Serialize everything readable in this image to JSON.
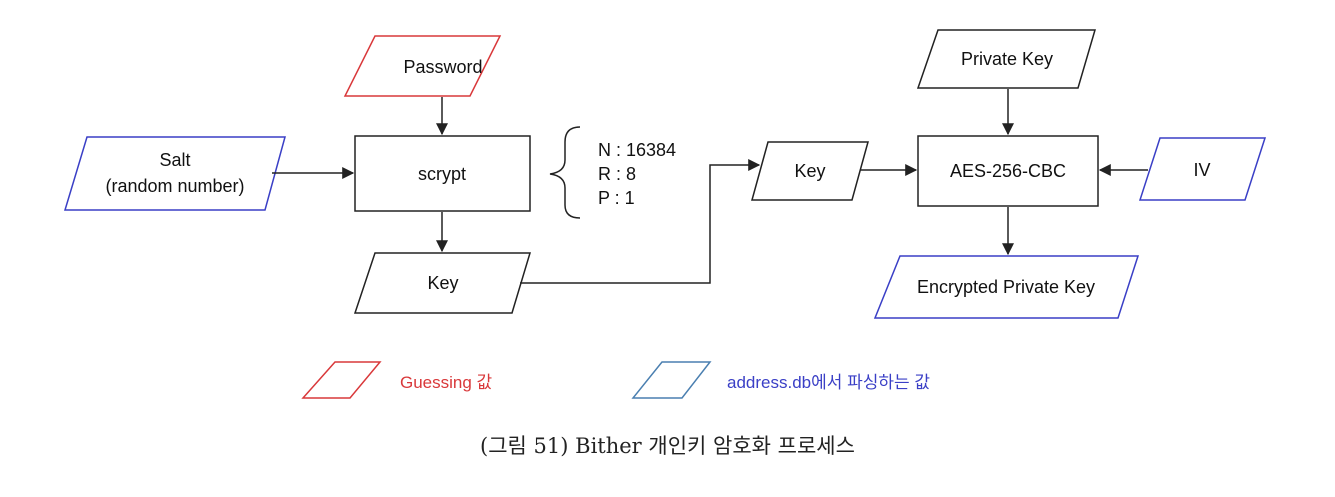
{
  "nodes": {
    "password": "Password",
    "salt_line1": "Salt",
    "salt_line2": "(random number)",
    "scrypt": "scrypt",
    "key_left": "Key",
    "key_mid": "Key",
    "private_key": "Private Key",
    "aes": "AES-256-CBC",
    "iv": "IV",
    "encrypted_private_key": "Encrypted Private Key"
  },
  "params": {
    "n": "N : 16384",
    "r": "R : 8",
    "p": "P : 1"
  },
  "legend": {
    "guessing": "Guessing 값",
    "parsed": "address.db에서 파싱하는 값"
  },
  "colors": {
    "guessing": "#d9383a",
    "parsed_outline": "#3a3fc6",
    "parsed_text": "#3a3fc6",
    "legend_parsed_shape": "#4a7fb0",
    "black": "#222222"
  },
  "caption": "(그림 51) Bither 개인키 암호화 프로세스"
}
